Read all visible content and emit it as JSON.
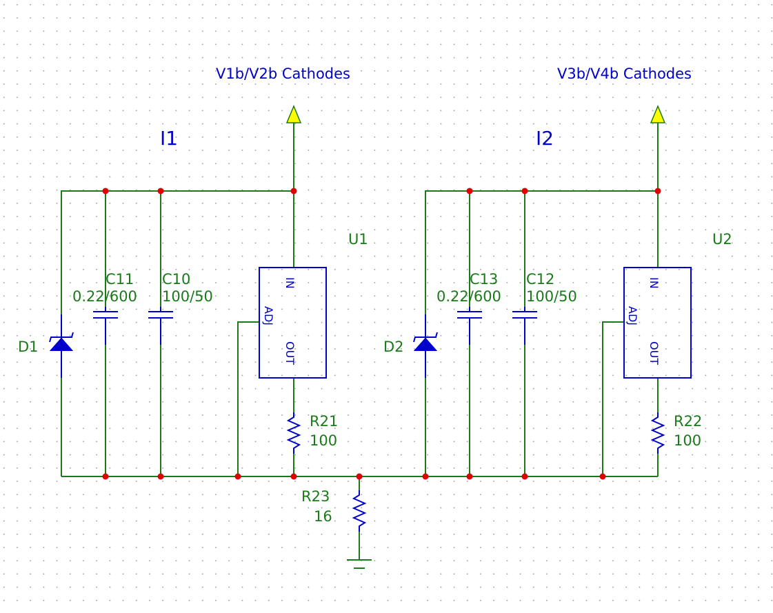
{
  "colors": {
    "wire": "#1a7a1a",
    "component": "#0000cc",
    "junction": "#e00000",
    "arrow": "#ffff00",
    "grid": "#9a9a9a"
  },
  "nets": {
    "left_out": "V1b/V2b Cathodes",
    "right_out": "V3b/V4b Cathodes"
  },
  "sections": {
    "left": "I1",
    "right": "I2"
  },
  "regulators": {
    "u1": {
      "ref": "U1",
      "pin_in": "IN",
      "pin_adj": "ADJ",
      "pin_out": "OUT"
    },
    "u2": {
      "ref": "U2",
      "pin_in": "IN",
      "pin_adj": "ADJ",
      "pin_out": "OUT"
    }
  },
  "diodes": {
    "d1": {
      "ref": "D1"
    },
    "d2": {
      "ref": "D2"
    }
  },
  "capacitors": {
    "c11": {
      "ref": "C11",
      "value": "0.22/600"
    },
    "c10": {
      "ref": "C10",
      "value": "100/50"
    },
    "c13": {
      "ref": "C13",
      "value": "0.22/600"
    },
    "c12": {
      "ref": "C12",
      "value": "100/50"
    }
  },
  "resistors": {
    "r21": {
      "ref": "R21",
      "value": "100"
    },
    "r22": {
      "ref": "R22",
      "value": "100"
    },
    "r23": {
      "ref": "R23",
      "value": "16"
    }
  }
}
